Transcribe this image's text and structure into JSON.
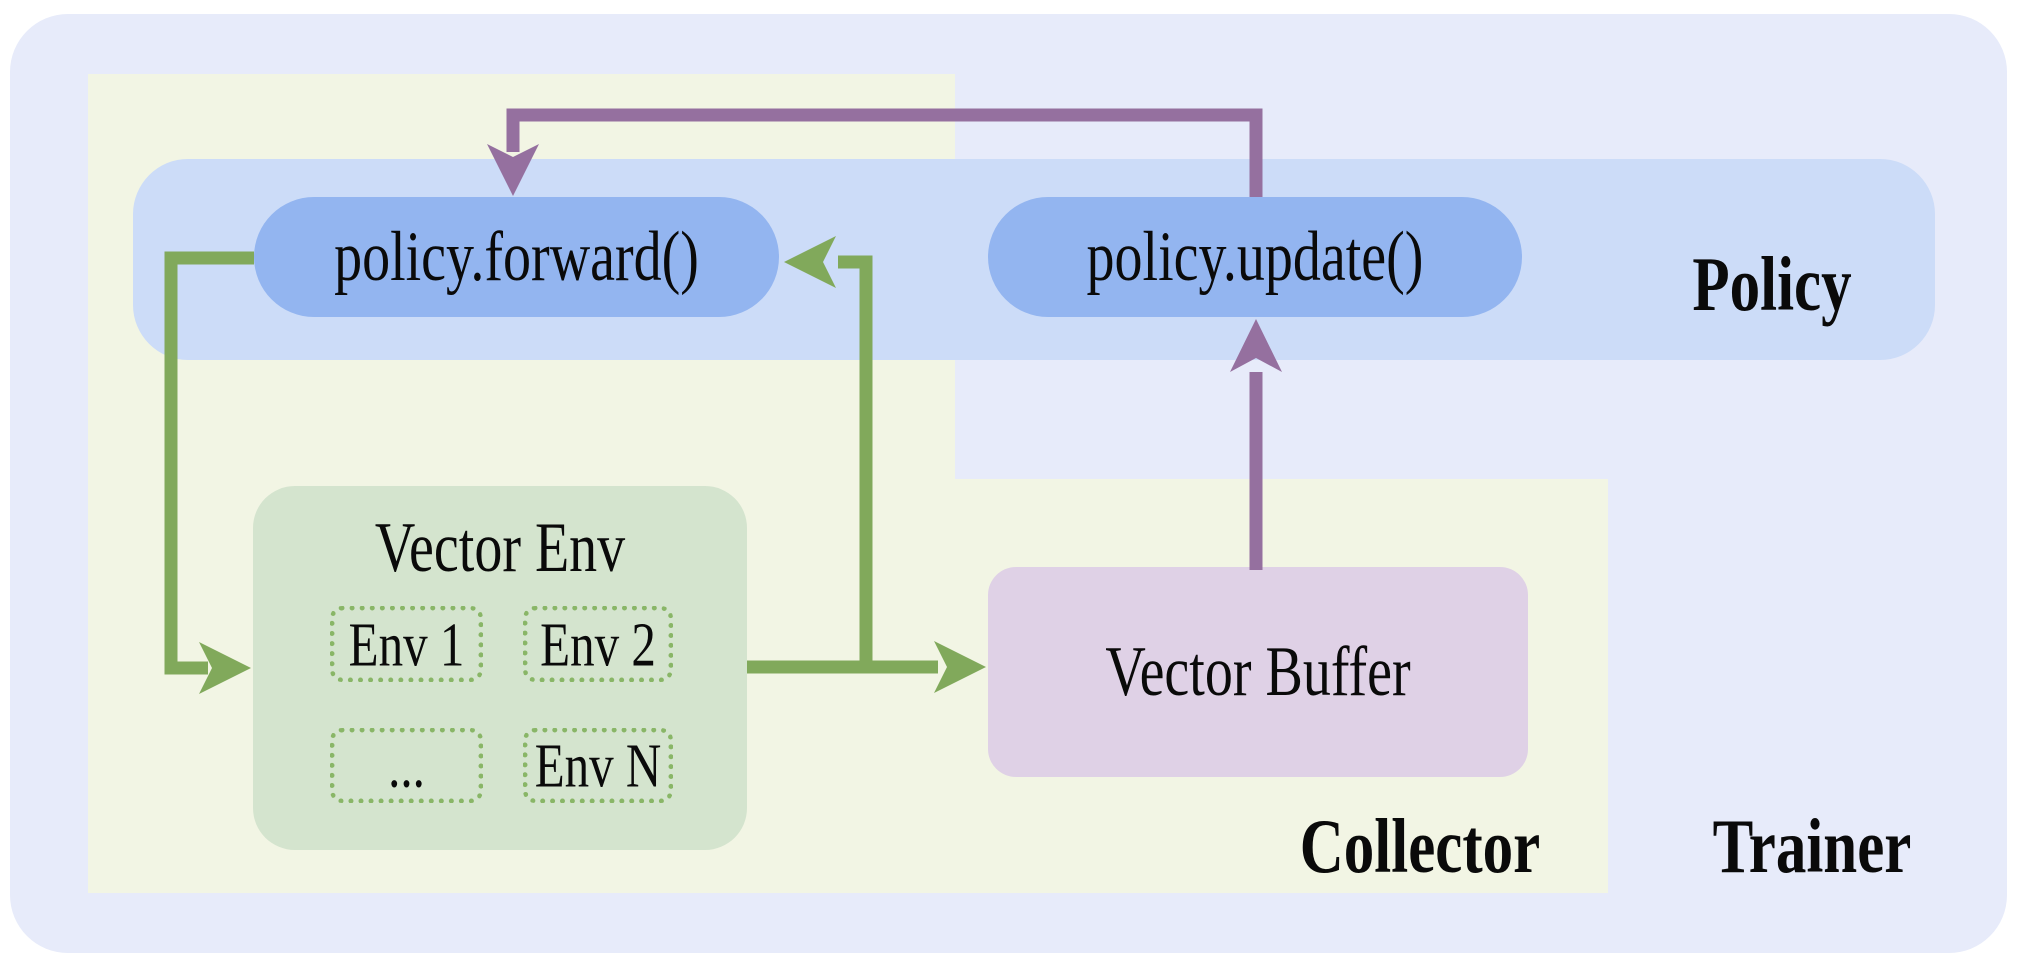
{
  "colors": {
    "canvas_bg": "#ffffff",
    "trainer_bg": "#e7ebfa",
    "collector_bg": "#f2f5e4",
    "policy_band_bg": "#ccdcf8",
    "node_pill_bg": "#93b5f0",
    "vector_env_bg": "#d4e4ce",
    "env_dotted_border": "#89b667",
    "vector_buffer_bg": "#dfd1e6",
    "arrow_green": "#81a95b",
    "arrow_purple": "#95709f",
    "text_color": "#0a0a0a"
  },
  "regions": {
    "trainer_label": "Trainer",
    "collector_label": "Collector",
    "policy_label": "Policy"
  },
  "nodes": {
    "policy_forward_label": "policy.forward()",
    "policy_update_label": "policy.update()",
    "vector_env_title": "Vector Env",
    "env_items": [
      "Env 1",
      "Env 2",
      "...",
      "Env N"
    ],
    "vector_buffer_label": "Vector Buffer"
  }
}
